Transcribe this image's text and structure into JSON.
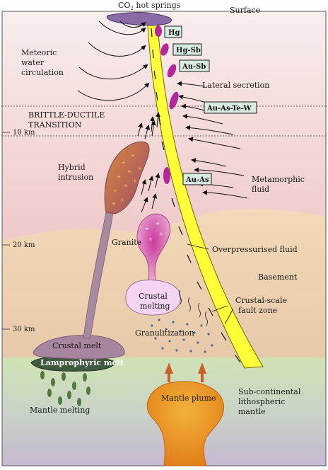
{
  "labels": {
    "surface": "Surface",
    "co2_prefix": "CO",
    "co2_sub": "2",
    "co2_suffix": " hot springs",
    "meteoric_1": "Meteoric",
    "meteoric_2": "water",
    "meteoric_3": "circulation",
    "brittle_1": "BRITTLE-DUCTILE",
    "brittle_2": "TRANSITION",
    "depth_10": "10 km",
    "depth_20": "20 km",
    "depth_30": "30 km",
    "hybrid_1": "Hybrid",
    "hybrid_2": "intrusion",
    "granite": "Granite",
    "crustal_melting_1": "Crustal",
    "crustal_melting_2": "melting",
    "crustal_melt": "Crustal melt",
    "lamprophyric": "Lamprophyric melt",
    "mantle_melting": "Mantle melting",
    "granulitization": "Granulitization",
    "mantle_plume": "Mantle plume",
    "subcont_1": "Sub-continental",
    "subcont_2": "lithospheric",
    "subcont_3": "mantle",
    "lateral_secretion": "Lateral secretion",
    "metamorphic_1": "Metamorphic",
    "metamorphic_2": "fluid",
    "overpressurised": "Overpressurised fluid",
    "basement": "Basement",
    "crustal_scale_1": "Crustal-scale",
    "crustal_scale_2": "fault zone"
  },
  "deposits": [
    "Hg",
    "Hg-Sb",
    "Au-Sb",
    "Au-As-Te-W",
    "Au-As"
  ],
  "colors": {
    "upper_crust": "#f7ecec",
    "mid_crust": "#f3d6d4",
    "lower_crust": "#f0dcc0",
    "mantle": "#cfe2b8",
    "fault": "#ffff33",
    "ore": "#b4279a",
    "box_fill": "#d8ece0"
  }
}
